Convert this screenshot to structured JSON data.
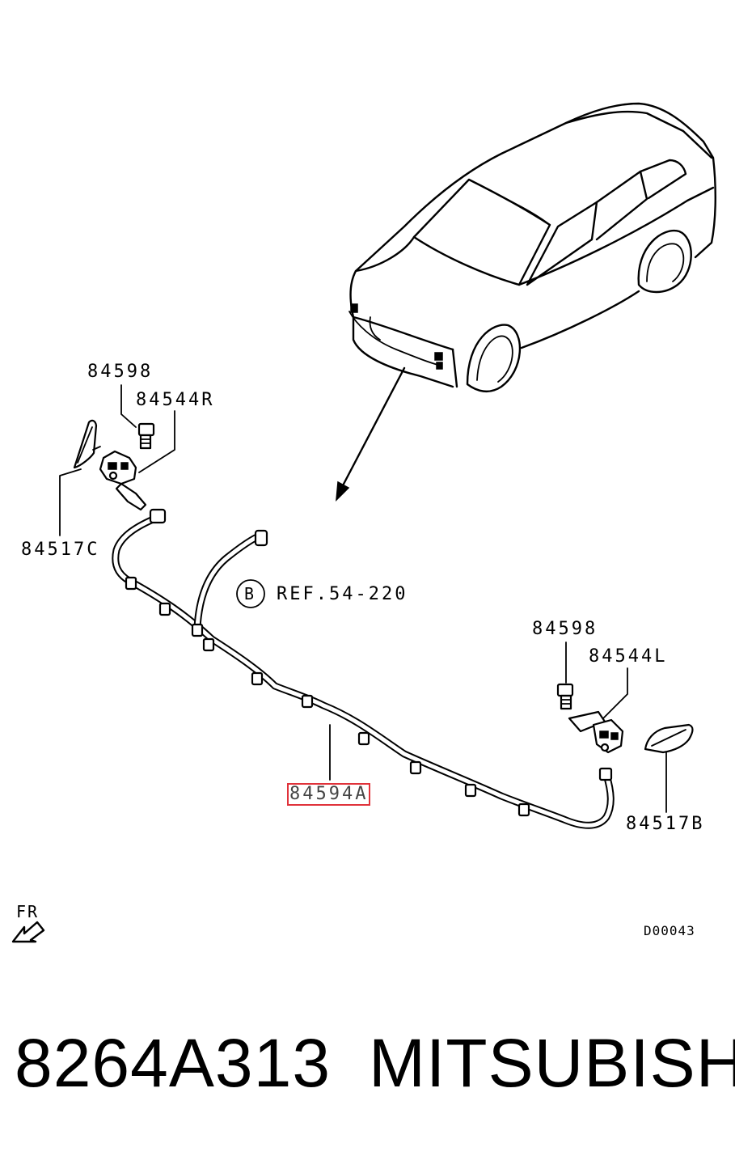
{
  "labels": {
    "washer_cap_right": "84517C",
    "bolt_right": "84598",
    "nozzle_right": "84544R",
    "ref_badge": "B",
    "ref_text": "REF.54-220",
    "bolt_left": "84598",
    "nozzle_left": "84544L",
    "washer_cap_left": "84517B",
    "hose_assy": "84594A",
    "front_marker": "FR",
    "drawing_code": "D00043"
  },
  "footer": {
    "part_number": "8264A313",
    "brand": "MITSUBISHI"
  },
  "colors": {
    "highlight": "#e0323a",
    "ink": "#000000"
  }
}
